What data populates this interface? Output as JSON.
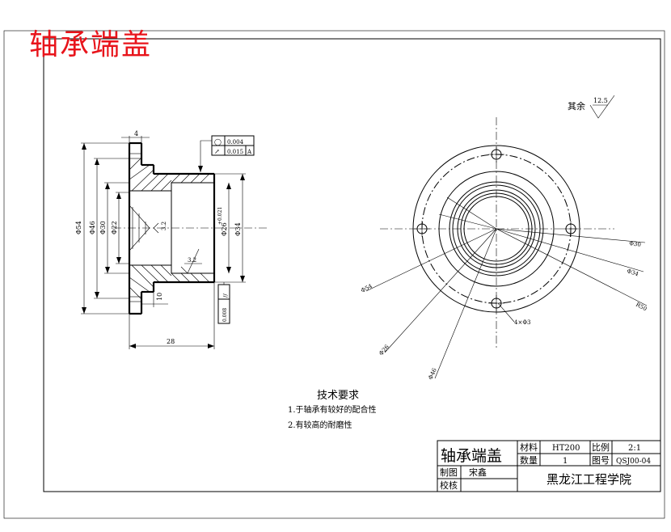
{
  "drawing": {
    "big_title": "轴承端盖",
    "roughness_note": {
      "prefix": "其余",
      "value": "12.5"
    },
    "tech_requirements": {
      "heading": "技术要求",
      "items": [
        "1.于轴承有较好的配合性",
        "2.有较高的耐磨性"
      ]
    },
    "front_view": {
      "dims": {
        "top_width": "4",
        "d54": "Φ54",
        "d46": "Φ46",
        "d30": "Φ30",
        "d22": "Φ22",
        "bore": "Φ26",
        "bore_tol": "+0.021",
        "d34": "Φ34",
        "length": "28",
        "flange": "10",
        "roughness_a": "3.2",
        "roughness_b": "3.2"
      },
      "tolerance_frame": {
        "row1": {
          "symbol": "◯",
          "value": "0.004"
        },
        "row2": {
          "symbol": "↗",
          "value": "0.015",
          "datum": "A"
        }
      },
      "side_frame": {
        "value": "0.008",
        "symbol": "∕∕"
      }
    },
    "side_view": {
      "labels": {
        "d30": "Φ30",
        "d34": "Φ34",
        "r50": "R50",
        "d54": "Φ54",
        "d26": "Φ26",
        "d46": "Φ46",
        "holes": "4×Φ3"
      }
    },
    "title_block": {
      "part_name": "轴承端盖",
      "material_label": "材料",
      "material_value": "HT200",
      "scale_label": "比例",
      "scale_value": "2:1",
      "qty_label": "数量",
      "qty_value": "1",
      "drawing_no_label": "图号",
      "drawing_no_value": "QSJ00-04",
      "drawn_label": "制图",
      "drawn_value": "宋鑫",
      "check_label": "校核",
      "school": "黑龙江工程学院"
    }
  }
}
